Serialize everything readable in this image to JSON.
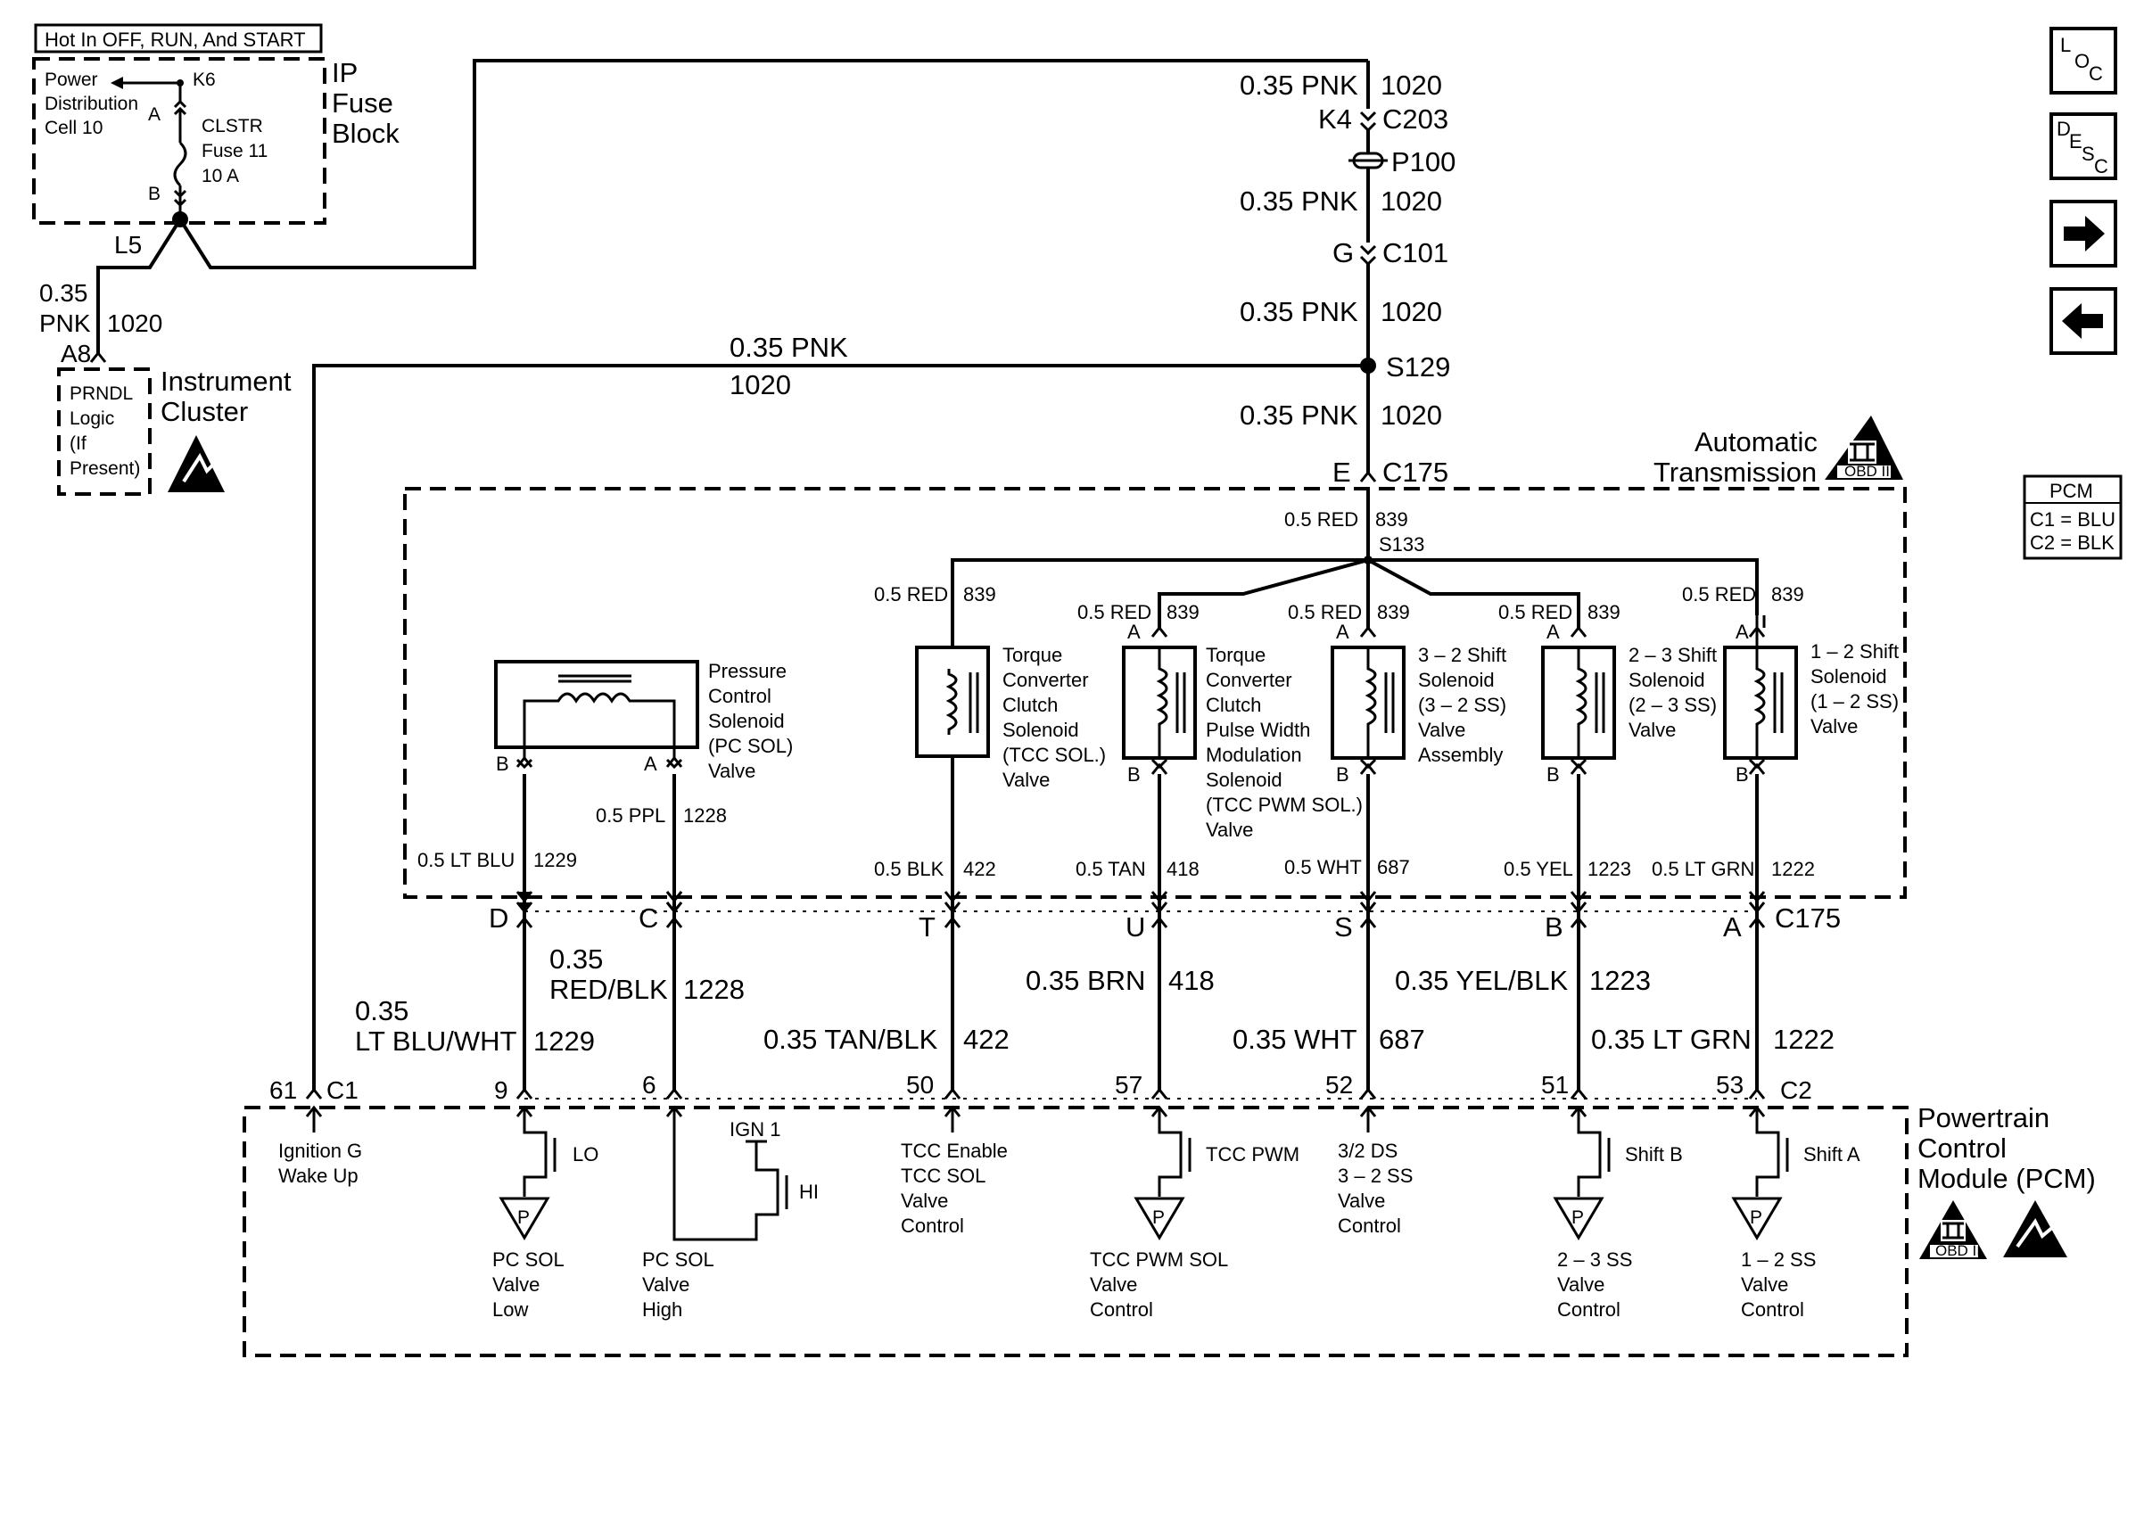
{
  "hot_label": "Hot In OFF, RUN, And START",
  "fuse_block": {
    "title_lines": [
      "IP",
      "Fuse",
      "Block"
    ],
    "power_lines": [
      "Power",
      "Distribution",
      "Cell 10"
    ],
    "fuse_lines": [
      "CLSTR",
      "Fuse 11",
      "10 A"
    ],
    "pin_k6": "K6",
    "pin_a": "A",
    "pin_b": "B",
    "pin_l5": "L5"
  },
  "cluster": {
    "wire_size": "0.35",
    "wire_color": "PNK",
    "circuit": "1020",
    "pin": "A8",
    "module_lines": [
      "PRNDL",
      "Logic",
      "(If",
      "Present)"
    ],
    "title_lines": [
      "Instrument",
      "Cluster"
    ]
  },
  "main_harness": {
    "w1": "0.35 PNK",
    "c1": "1020",
    "k4": "K4",
    "c203": "C203",
    "p100": "P100",
    "w2": "0.35 PNK",
    "c2": "1020",
    "g": "G",
    "c101": "C101",
    "w3": "0.35 PNK",
    "c3": "1020",
    "s129": "S129",
    "w4": "0.35 PNK",
    "c4": "1020",
    "e": "E",
    "c175": "C175",
    "branch_w": "0.35 PNK",
    "branch_c": "1020"
  },
  "transmission": {
    "title_lines": [
      "Automatic",
      "Transmission"
    ],
    "obd_label": "OBD II",
    "feed_wire": "0.5 RED",
    "feed_circuit": "839",
    "splice": "S133",
    "pc_sol": {
      "lines": [
        "Pressure",
        "Control",
        "Solenoid",
        "(PC SOL)",
        "Valve"
      ],
      "pin_b": "B",
      "pin_a": "A",
      "b_wire": "0.5 LT BLU",
      "b_circuit": "1229",
      "a_wire": "0.5 PPL",
      "a_circuit": "1228"
    },
    "tcc_sol": {
      "lines": [
        "Torque",
        "Converter",
        "Clutch",
        "Solenoid",
        "(TCC SOL.)",
        "Valve"
      ],
      "feed_wire": "0.5 RED",
      "feed_circuit": "839",
      "out_wire": "0.5 BLK",
      "out_circuit": "422"
    },
    "tcc_pwm": {
      "lines": [
        "Torque",
        "Converter",
        "Clutch",
        "Pulse Width",
        "Modulation",
        "Solenoid",
        "(TCC PWM SOL.)",
        "Valve"
      ],
      "feed_wire": "0.5 RED",
      "feed_circuit": "839",
      "pin_a": "A",
      "pin_b": "B",
      "out_wire": "0.5 TAN",
      "out_circuit": "418"
    },
    "ss32": {
      "lines": [
        "3 – 2 Shift",
        "Solenoid",
        "(3 – 2 SS)",
        "Valve",
        "Assembly"
      ],
      "feed_wire": "0.5 RED",
      "feed_circuit": "839",
      "pin_a": "A",
      "pin_b": "B",
      "out_wire": "0.5 WHT",
      "out_circuit": "687"
    },
    "ss23": {
      "lines": [
        "2 – 3 Shift",
        "Solenoid",
        "(2 – 3 SS)",
        "Valve"
      ],
      "feed_wire": "0.5 RED",
      "feed_circuit": "839",
      "pin_a": "A",
      "pin_b": "B",
      "out_wire": "0.5 YEL",
      "out_circuit": "1223"
    },
    "ss12": {
      "lines": [
        "1 – 2 Shift",
        "Solenoid",
        "(1 – 2 SS)",
        "Valve"
      ],
      "feed_wire": "0.5 RED",
      "feed_circuit": "839",
      "pin_a": "A",
      "pin_b": "B",
      "out_wire": "0.5 LT GRN",
      "out_circuit": "1222"
    }
  },
  "connector_c175": {
    "name": "C175",
    "pins": [
      "D",
      "C",
      "T",
      "U",
      "S",
      "B",
      "A"
    ]
  },
  "harness_wires": {
    "ltbluwht": {
      "size": "0.35",
      "color": "LT BLU/WHT",
      "circuit": "1229"
    },
    "redblk": {
      "size": "0.35",
      "color": "RED/BLK",
      "circuit": "1228"
    },
    "tanblk": {
      "label": "0.35 TAN/BLK",
      "circuit": "422"
    },
    "brn": {
      "label": "0.35 BRN",
      "circuit": "418"
    },
    "wht": {
      "label": "0.35 WHT",
      "circuit": "687"
    },
    "yelblk": {
      "label": "0.35 YEL/BLK",
      "circuit": "1223"
    },
    "ltgrn": {
      "label": "0.35 LT GRN",
      "circuit": "1222"
    }
  },
  "pcm": {
    "title_lines": [
      "Powertrain",
      "Control",
      "Module (PCM)"
    ],
    "c1": "C1",
    "c2": "C2",
    "pins": [
      "61",
      "9",
      "6",
      "50",
      "57",
      "52",
      "51",
      "53"
    ],
    "ignition_lines": [
      "Ignition G",
      "Wake Up"
    ],
    "lo_label": "LO",
    "hi_label": "HI",
    "ign1_label": "IGN 1",
    "p_label": "P",
    "tcc_pwm_label": "TCC PWM",
    "shift_b_label": "Shift B",
    "shift_a_label": "Shift A",
    "pc_low_lines": [
      "PC SOL",
      "Valve",
      "Low"
    ],
    "pc_high_lines": [
      "PC SOL",
      "Valve",
      "High"
    ],
    "tcc_enable_lines": [
      "TCC Enable",
      "TCC SOL",
      "Valve",
      "Control"
    ],
    "tcc_pwm_ctrl_lines": [
      "TCC PWM SOL",
      "Valve",
      "Control"
    ],
    "ds_lines": [
      "3/2 DS",
      "3 – 2 SS",
      "Valve",
      "Control"
    ],
    "ss23_ctrl_lines": [
      "2 – 3 SS",
      "Valve",
      "Control"
    ],
    "ss12_ctrl_lines": [
      "1 – 2 SS",
      "Valve",
      "Control"
    ],
    "obd_label": "OBD II"
  },
  "nav_icons": {
    "loc": [
      "L",
      "O",
      "C"
    ],
    "desc": [
      "D",
      "E",
      "S",
      "C"
    ]
  },
  "pcm_legend": {
    "title": "PCM",
    "lines": [
      "C1 = BLU",
      "C2 = BLK"
    ]
  }
}
